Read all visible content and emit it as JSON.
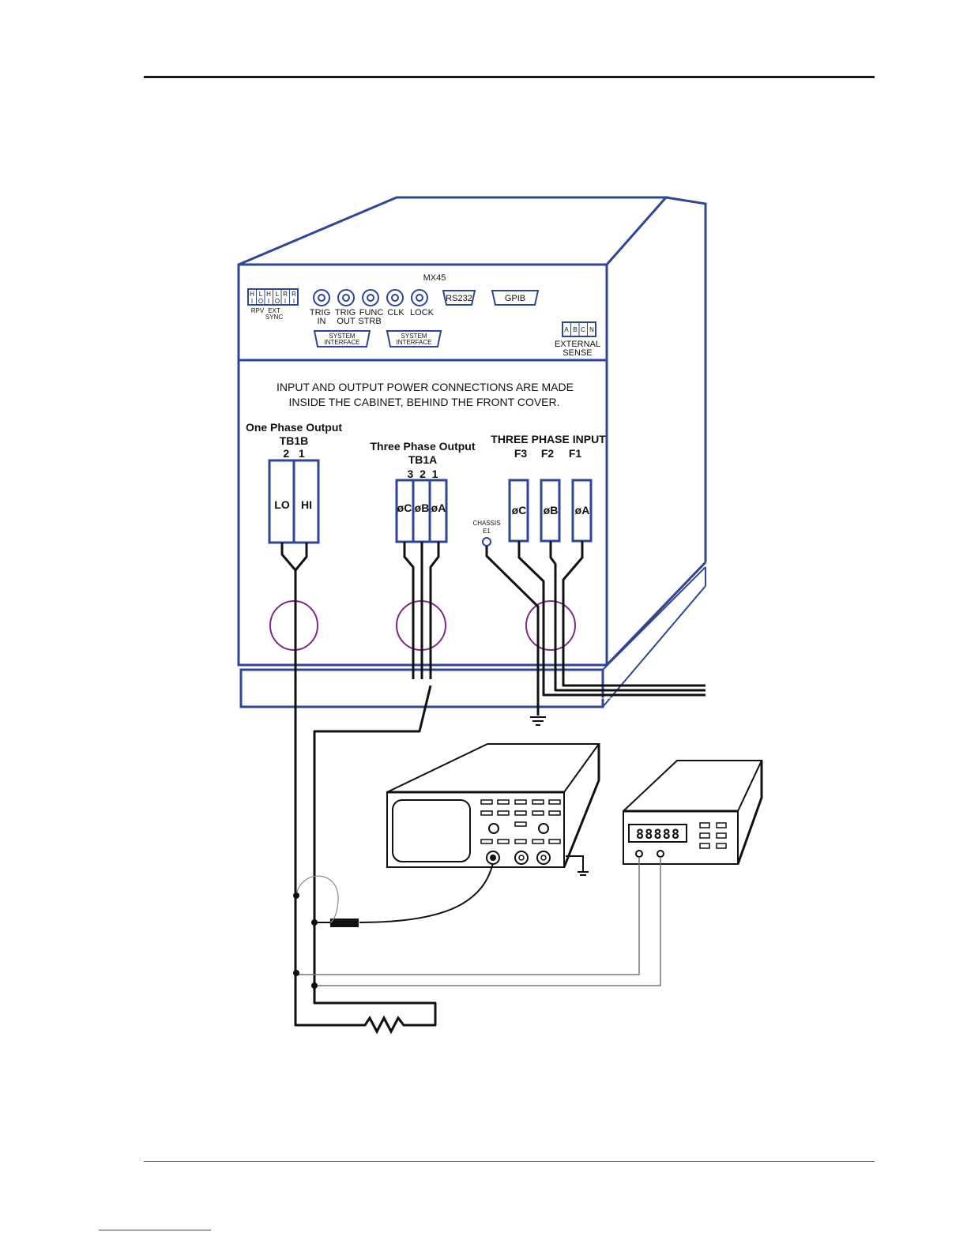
{
  "panel": {
    "model": "MX45",
    "bnc": [
      {
        "top": "TRIG",
        "bottom": "IN"
      },
      {
        "top": "TRIG",
        "bottom": "OUT"
      },
      {
        "top": "FUNC",
        "bottom": "STRB"
      },
      {
        "top": "CLK",
        "bottom": ""
      },
      {
        "top": "LOCK",
        "bottom": ""
      }
    ],
    "rpv_letters": [
      "H",
      "L",
      "H",
      "L",
      "R",
      "R"
    ],
    "rpv_io": [
      "I",
      "O",
      "I",
      "O",
      "I",
      "I"
    ],
    "rpv_label": "RPV",
    "ext_sync_label_1": "EXT",
    "ext_sync_label_2": "SYNC",
    "rs232": "RS232",
    "gpib": "GPIB",
    "system_interface_1": "SYSTEM",
    "system_interface_2": "INTERFACE",
    "sense_letters": [
      "A",
      "B",
      "C",
      "N"
    ],
    "sense_label_1": "EXTERNAL",
    "sense_label_2": "SENSE"
  },
  "notice": {
    "line1": "INPUT AND OUTPUT POWER CONNECTIONS ARE MADE",
    "line2": "INSIDE THE CABINET, BEHIND THE FRONT COVER."
  },
  "tb1b": {
    "title": "One Phase Output",
    "name": "TB1B",
    "numbers": "2   1",
    "terminals": [
      "LO",
      "HI"
    ]
  },
  "tb1a": {
    "title": "Three Phase Output",
    "name": "TB1A",
    "numbers": "3  2  1",
    "terminals": [
      "øC",
      "øB",
      "øA"
    ]
  },
  "input": {
    "title": "THREE PHASE INPUT",
    "fuses": [
      "F3",
      "F2",
      "F1"
    ],
    "terminals": [
      "øC",
      "øB",
      "øA"
    ],
    "chassis_1": "CHASSIS",
    "chassis_2": "E1"
  },
  "dmm": {
    "display": "88888"
  },
  "colors": {
    "cabinet_blue": "#2f4596",
    "ct_purple": "#7d2a86",
    "wire": "#111111"
  }
}
